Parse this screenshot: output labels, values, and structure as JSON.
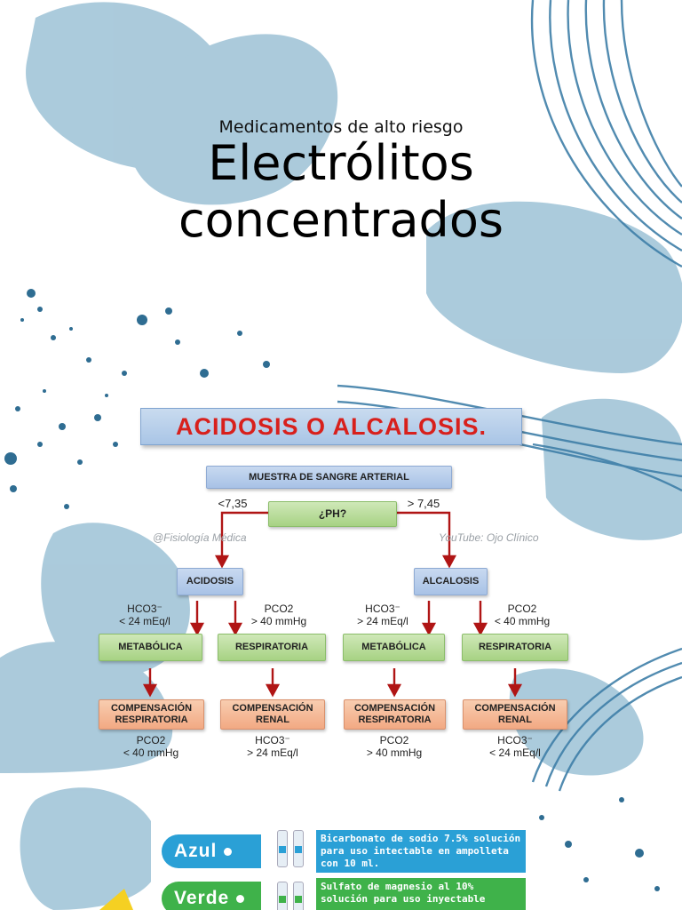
{
  "header": {
    "subtitle": "Medicamentos de alto riesgo",
    "title_line1": "Electrólitos",
    "title_line2": "concentrados"
  },
  "flowchart": {
    "banner": "ACIDOSIS O ALCALOSIS.",
    "sample": "MUESTRA DE SANGRE ARTERIAL",
    "ph": "¿PH?",
    "low_ph": "<7,35",
    "high_ph": "> 7,45",
    "watermark_left": "@Fisiología Médica",
    "watermark_right": "YouTube: Ojo Clínico",
    "acidosis": "ACIDOSIS",
    "alcalosis": "ALCALOSIS",
    "cond_acid_met": "HCO3⁻\n< 24 mEq/l",
    "cond_acid_resp": "PCO2\n> 40 mmHg",
    "cond_alc_met": "HCO3⁻\n> 24 mEq/l",
    "cond_alc_resp": "PCO2\n< 40 mmHg",
    "metabolica": "METABÓLICA",
    "respiratoria": "RESPIRATORIA",
    "comp_respiratoria": "COMPENSACIÓN\nRESPIRATORIA",
    "comp_renal": "COMPENSACIÓN\nRENAL",
    "res_1": "PCO2\n< 40 mmHg",
    "res_2": "HCO3⁻\n> 24 mEq/l",
    "res_3": "PCO2\n> 40 mmHg",
    "res_4": "HCO3⁻\n< 24 mEq/l"
  },
  "electrolytes": [
    {
      "color_name": "Azul",
      "color": "#2aa0d6",
      "description": "Bicarbonato de sodio 7.5% solución para uso intectable en ampolleta con 10 ml."
    },
    {
      "color_name": "Verde",
      "color": "#3fb24a",
      "description": "Sulfato de magnesio al 10% solución para uso inyectable"
    }
  ]
}
